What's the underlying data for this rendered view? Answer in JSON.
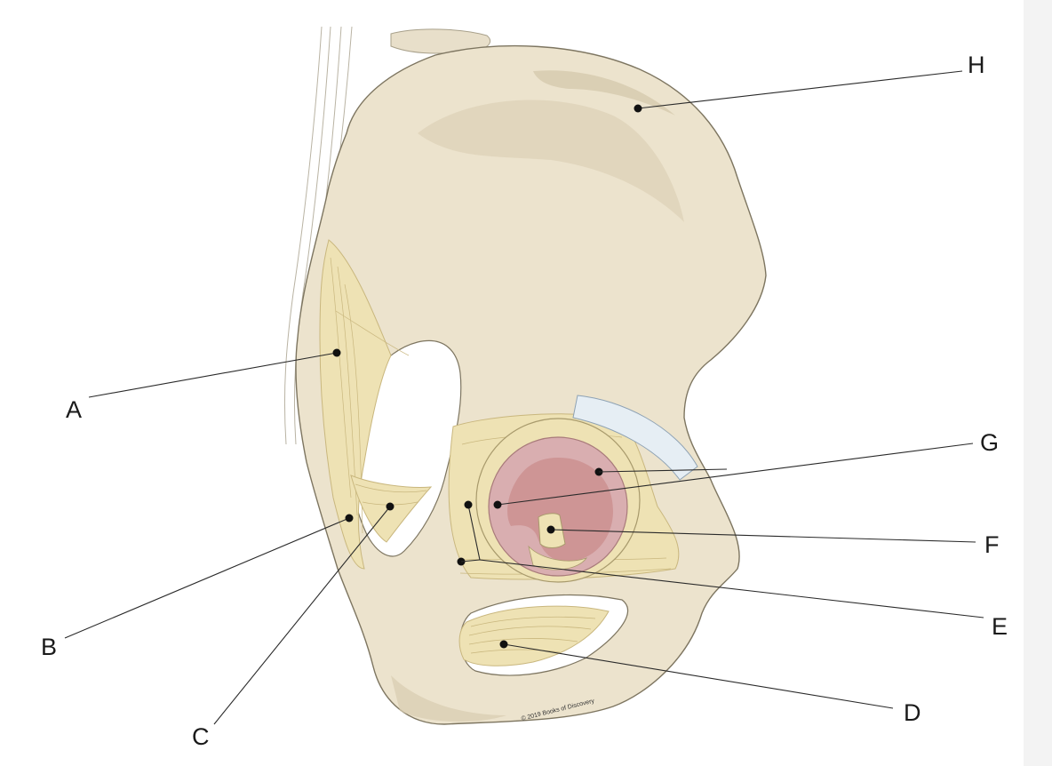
{
  "labels": {
    "a": "A",
    "b": "B",
    "c": "C",
    "d": "D",
    "e": "E",
    "f": "F",
    "g": "G",
    "h": "H"
  },
  "copyright": "© 2019 Books of Discovery",
  "colors": {
    "bone": "#ece3cd",
    "bone_shadow": "#d8ccb0",
    "ligament": "#eee2b4",
    "ligament_line": "#c9b77e",
    "cartilage": "#d9aeb0",
    "fossa": "#c98c8c",
    "labrum_cut": "#e6eef4",
    "leader": "#2a2a2a"
  }
}
